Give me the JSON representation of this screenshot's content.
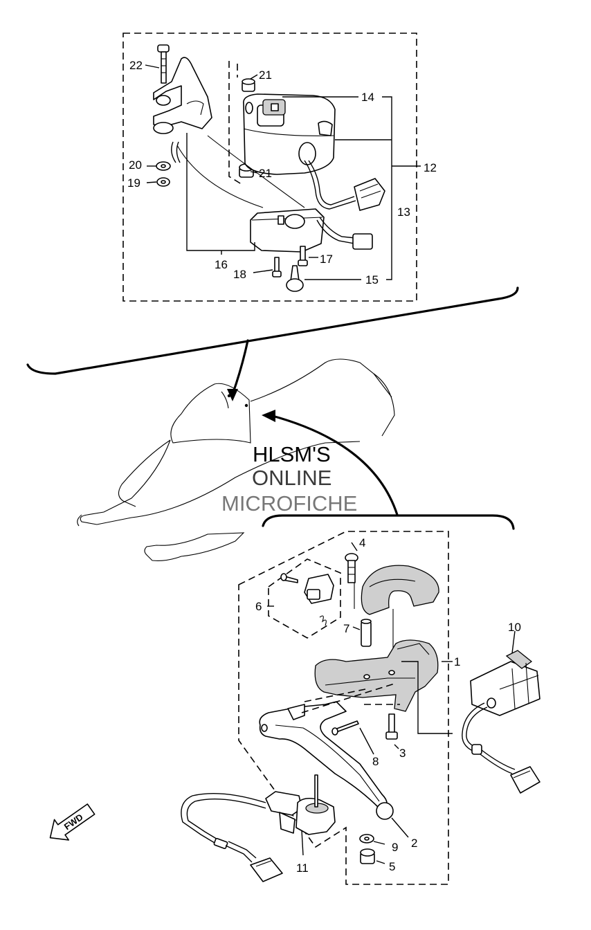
{
  "watermark": {
    "line1": "HLSM'S",
    "line2": "ONLINE",
    "line3": "MICROFICHE",
    "colors": [
      "#000000",
      "#3a3a3a",
      "#777777"
    ]
  },
  "fwd_label": "FWD",
  "callouts": {
    "c1": "1",
    "c2": "2",
    "c3": "3",
    "c4": "4",
    "c5": "5",
    "c6": "6",
    "c7": "7",
    "c8": "8",
    "c9": "9",
    "c10": "10",
    "c11": "11",
    "c12": "12",
    "c13": "13",
    "c14": "14",
    "c15": "15",
    "c16": "16",
    "c17": "17",
    "c18": "18",
    "c19": "19",
    "c20": "20",
    "c21a": "21",
    "c21b": "21",
    "c22": "22"
  }
}
